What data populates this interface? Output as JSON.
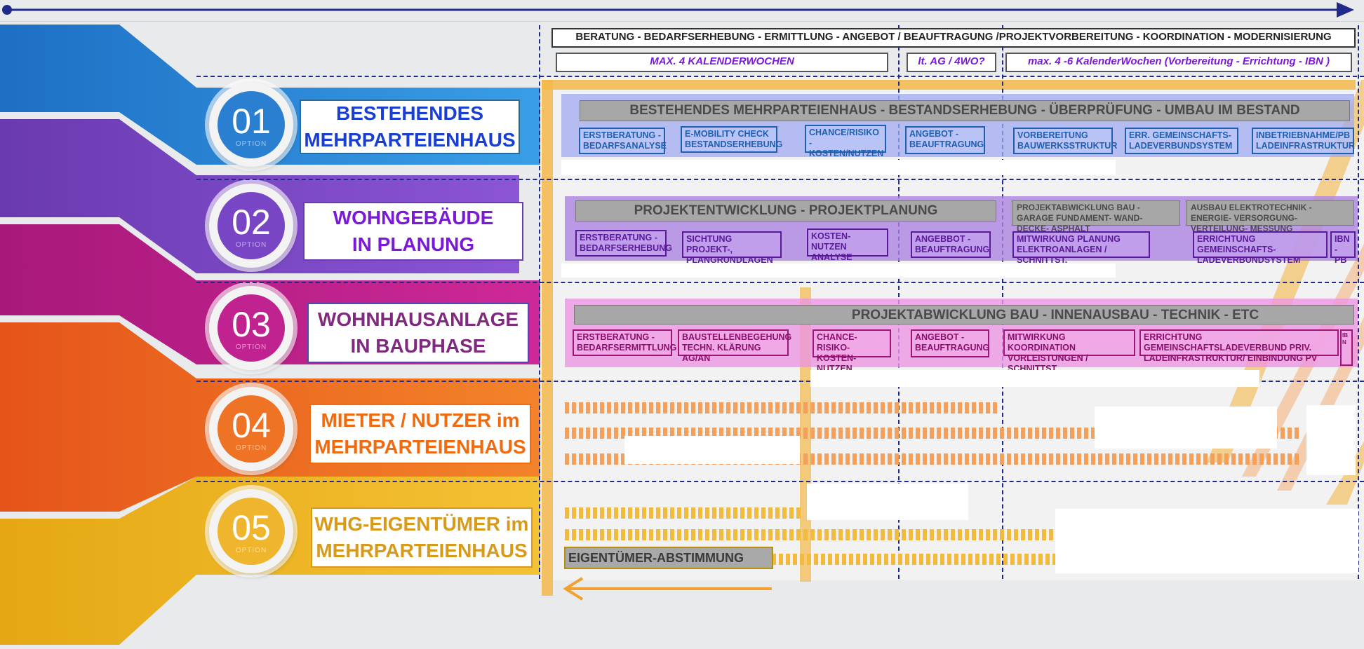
{
  "header": {
    "phases_title": "BERATUNG - BEDARFSERHEBUNG - ERMITTLUNG - ANGEBOT  / BEAUFTRAGUNG /PROJEKTVORBEREITUNG - KOORDINATION - MODERNISIERUNG",
    "duration_1": "MAX. 4 KALENDERWOCHEN",
    "duration_2": "lt. AG / 4WO?",
    "duration_3": "max. 4 -6 KalenderWochen (Vorbereitung - Errichtung - IBN )"
  },
  "colors": {
    "row1": "#1a3fd0",
    "row2": "#7a1ad8",
    "row3": "#7f2a7e",
    "row4": "#f06a10",
    "row5": "#d89a1a",
    "timeline": "#1f2a8a"
  },
  "rows": [
    {
      "num": "01",
      "option": "OPTION",
      "line1": "BESTEHENDES",
      "line2": "MEHRPARTEIENHAUS"
    },
    {
      "num": "02",
      "option": "OPTION",
      "line1": "WOHNGEBÄUDE",
      "line2": "IN PLANUNG"
    },
    {
      "num": "03",
      "option": "OPTION",
      "line1": "WOHNHAUSANLAGE",
      "line2": "IN BAUPHASE"
    },
    {
      "num": "04",
      "option": "OPTION",
      "line1": "MIETER / NUTZER im",
      "line2": "MEHRPARTEIENHAUS"
    },
    {
      "num": "05",
      "option": "OPTION",
      "line1": "WHG-EIGENTÜMER im",
      "line2": "MEHRPARTEIENHAUS"
    }
  ],
  "row1": {
    "title": "BESTEHENDES MEHRPARTEIENHAUS - BESTANDSERHEBUNG - ÜBERPRÜFUNG - UMBAU IM BESTAND",
    "tasks": [
      "ERSTBERATUNG - BEDARFSANALYSE",
      "E-MOBILITY CHECK BESTANDSERHEBUNG",
      "CHANCE/RISIKO - KOSTEN/NUTZEN",
      "ANGEBOT - BEAUFTRAGUNG",
      "VORBEREITUNG BAUWERKSSTRUKTUR",
      "ERR.  GEMEINSCHAFTS- LADEVERBUNDSYSTEM",
      "INBETRIEBNAHME/PB LADEINFRASTRUKTUR"
    ]
  },
  "row2": {
    "title": "PROJEKTENTWICKLUNG - PROJEKTPLANUNG",
    "title2": "PROJEKTABWICKLUNG BAU - GARAGE FUNDAMENT- WAND- DECKE- ASPHALT",
    "title3": "AUSBAU ELEKTROTECHNIK - ENERGIE- VERSORGUNG- VERTEILUNG- MESSUNG",
    "tasks": [
      "ERSTBERATUNG - BEDARFSERHEBUNG",
      "SICHTUNG PROJEKT-, PLANGRUNDLAGEN",
      "KOSTEN-NUTZEN ANALYSE",
      "ANGEBBOT - BEAUFTRAGUNG",
      "MITWIRKUNG PLANUNG ELEKTROANLAGEN / SCHNITTST.",
      "ERRICHTUNG GEMEINSCHAFTS- LADEVERBUNDSYSTEM",
      "IBN - PB"
    ]
  },
  "row3": {
    "title": "PROJEKTABWICKLUNG BAU - INNENAUSBAU - TECHNIK - ETC",
    "tasks": [
      "ERSTBERATUNG - BEDARFSERMITTLUNG",
      "BAUSTELLENBEGEHUNG TECHN. KLÄRUNG AG/AN",
      "CHANCE-RISIKO- KOSTEN-NUTZEN",
      "ANGEBOT - BEAUFTRAGUNG",
      "MITWIRKUNG KOORDINATION VORLEISTUNGEN / SCHNITTST.",
      "ERRICHTUNG GEMEINSCHAFTSLADEVERBUND PRIV. LADEINFRASTRUKTUR/ EINBINDUNG PV",
      "IBN"
    ]
  },
  "row5": {
    "note": "EIGENTÜMER-ABSTIMMUNG"
  }
}
